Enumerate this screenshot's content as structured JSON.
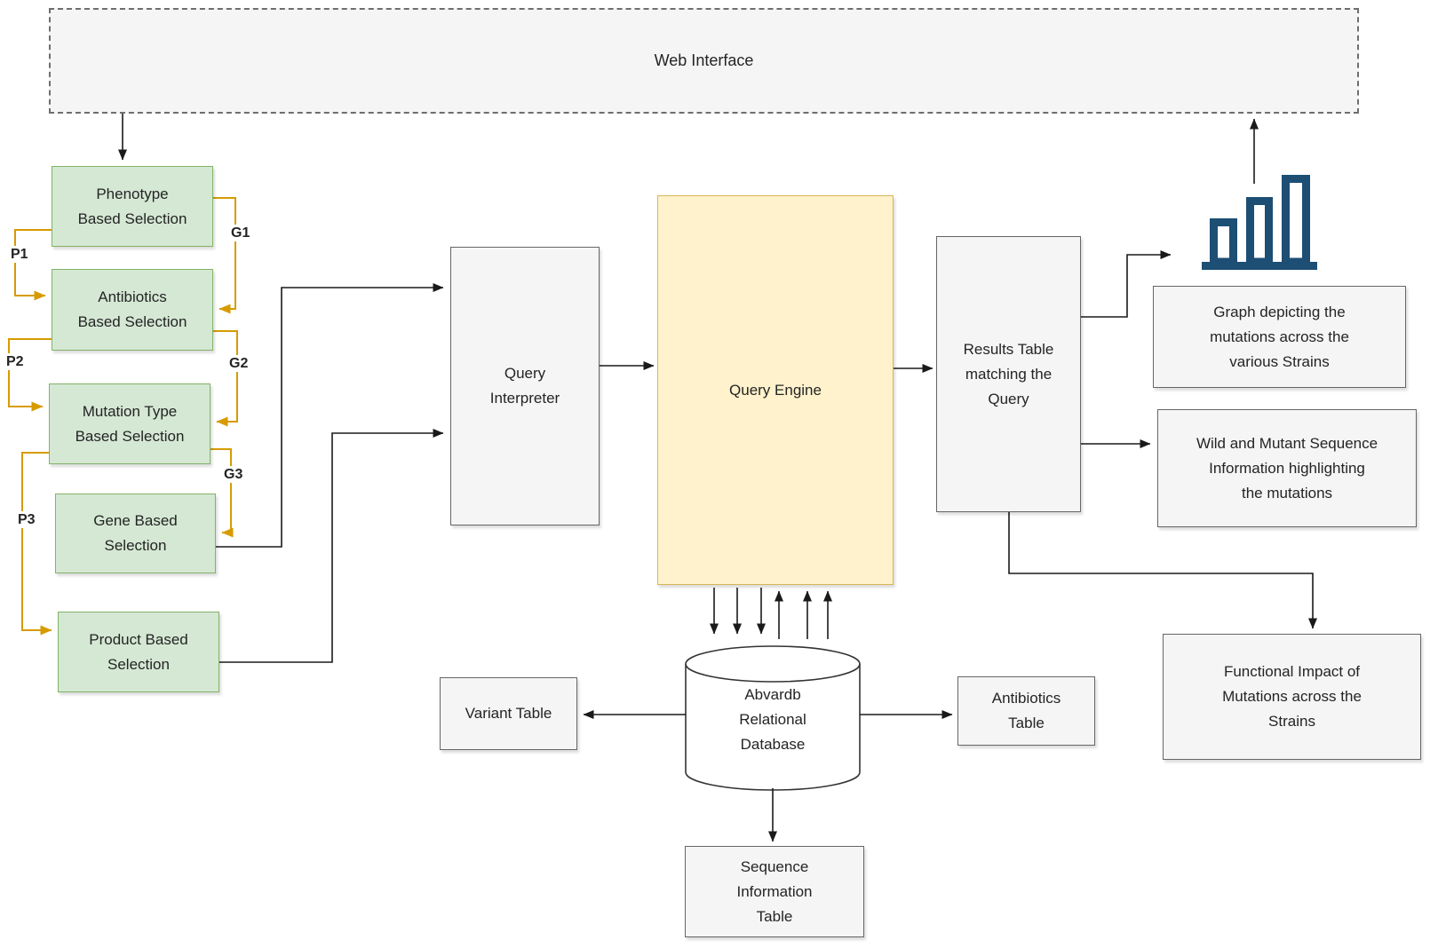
{
  "colors": {
    "green-fill": "#d5e8d4",
    "green-border": "#82b366",
    "yellow-fill": "#fff2cc",
    "yellow-border": "#d6b656",
    "gray-fill": "#f5f5f5",
    "gray-border": "#666666",
    "orange-edge": "#d79b00",
    "black-edge": "#1a1a1a",
    "icon-blue": "#1d4e74"
  },
  "nodes": {
    "web_interface": {
      "label": "Web Interface"
    },
    "phenotype_selection": {
      "label": "Phenotype\nBased Selection"
    },
    "antibiotics_selection": {
      "label": "Antibiotics\nBased Selection"
    },
    "mutation_type_selection": {
      "label": "Mutation Type\nBased Selection"
    },
    "gene_selection": {
      "label": "Gene Based\nSelection"
    },
    "product_selection": {
      "label": "Product Based\nSelection"
    },
    "query_interpreter": {
      "label": "Query\nInterpreter"
    },
    "query_engine": {
      "label": "Query Engine"
    },
    "results_table": {
      "label": "Results Table\nmatching the\nQuery"
    },
    "graph_output": {
      "label": "Graph depicting the\nmutations across the\nvarious Strains"
    },
    "wild_mutant_output": {
      "label": "Wild and Mutant Sequence\nInformation highlighting\nthe mutations"
    },
    "functional_output": {
      "label": "Functional Impact of\nMutations across the\nStrains"
    },
    "database": {
      "label": "Abvardb\nRelational\nDatabase"
    },
    "variant_table": {
      "label": "Variant Table"
    },
    "antibiotics_table": {
      "label": "Antibiotics\nTable"
    },
    "sequence_table": {
      "label": "Sequence\nInformation\nTable"
    }
  },
  "edge_labels": {
    "p1": "P1",
    "p2": "P2",
    "p3": "P3",
    "g1": "G1",
    "g2": "G2",
    "g3": "G3"
  },
  "icons": {
    "bar_chart": "bar-chart-icon",
    "database_cylinder": "database-cylinder-icon"
  }
}
